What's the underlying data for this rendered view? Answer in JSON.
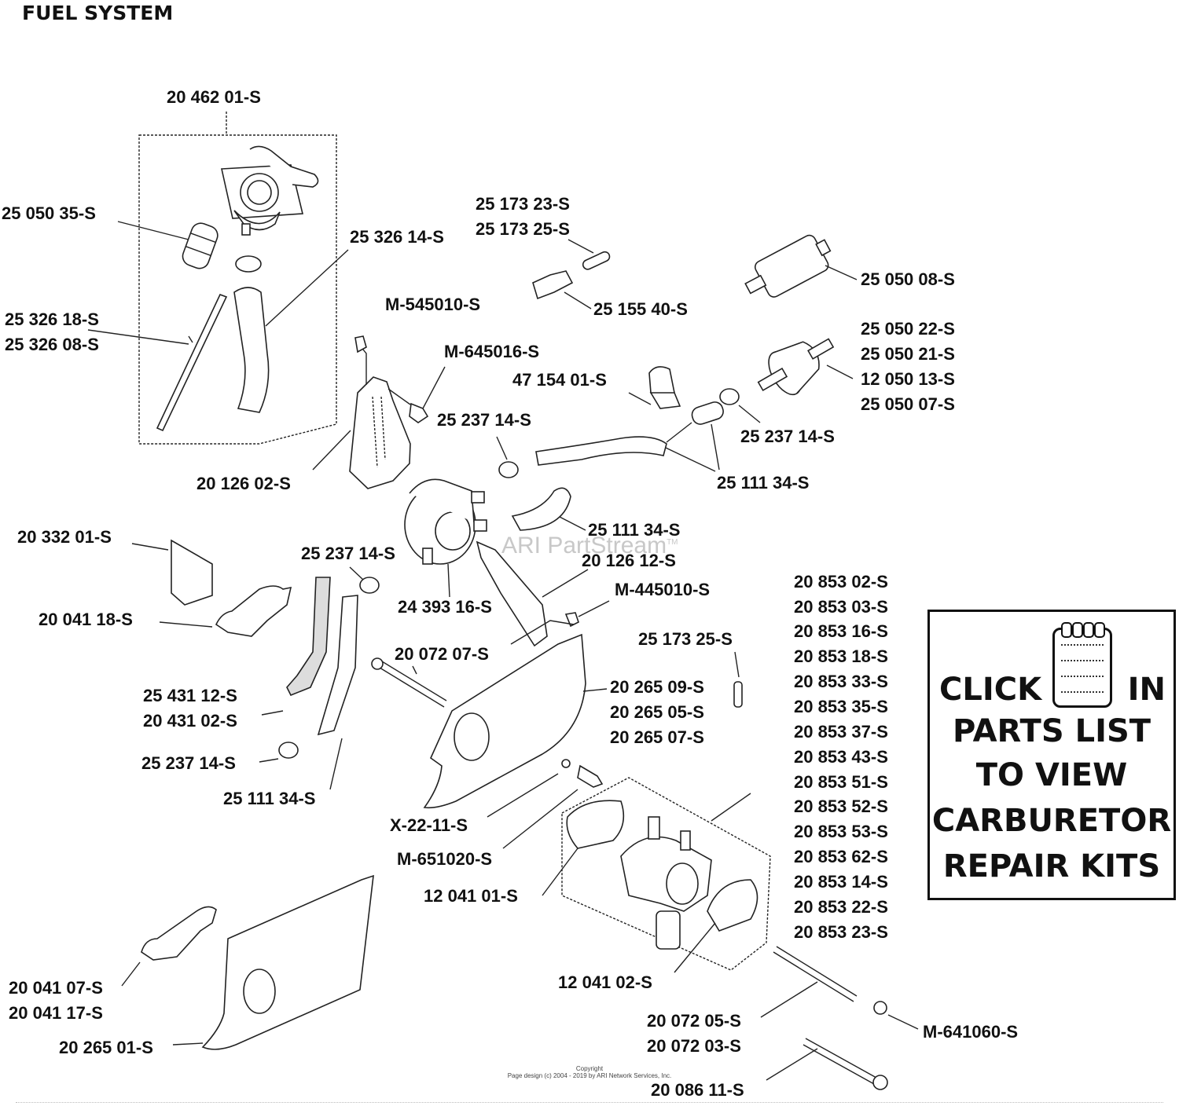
{
  "title": "FUEL SYSTEM",
  "watermark": "ARI PartStream",
  "watermark_tm": "TM",
  "copyright": {
    "line1": "Copyright",
    "line2": "Page design (c) 2004 - 2019 by ARI Network Services, Inc."
  },
  "callout_box": {
    "click": "CLICK",
    "icon": "notepad-icon",
    "in": "IN",
    "line2": "PARTS LIST",
    "line3": "TO VIEW",
    "line4": "CARBURETOR",
    "line5": "REPAIR KITS"
  },
  "labels": [
    {
      "id": "fuel-valve-assembly",
      "text": "20 462 01-S"
    },
    {
      "id": "fuel-strainer",
      "text": "25 050 35-S"
    },
    {
      "id": "fuel-hose-upper",
      "text": "25 326 14-S"
    },
    {
      "id": "vent-tube-a",
      "text": "25 326 18-S"
    },
    {
      "id": "vent-tube-b",
      "text": "25 326 08-S"
    },
    {
      "id": "pin-a",
      "text": "25 173 23-S"
    },
    {
      "id": "pin-b",
      "text": "25 173 25-S"
    },
    {
      "id": "valve-clip",
      "text": "25 155 40-S"
    },
    {
      "id": "inline-filter-large",
      "text": "25 050 08-S"
    },
    {
      "id": "bolt-m545010",
      "text": "M-545010-S"
    },
    {
      "id": "bolt-m645016",
      "text": "M-645016-S"
    },
    {
      "id": "filter-a",
      "text": "25 050 22-S"
    },
    {
      "id": "filter-b",
      "text": "25 050 21-S"
    },
    {
      "id": "filter-c",
      "text": "12 050 13-S"
    },
    {
      "id": "filter-d",
      "text": "25 050 07-S"
    },
    {
      "id": "hose-clamp-bracket",
      "text": "47 154 01-S"
    },
    {
      "id": "clamp-pump-top",
      "text": "25 237 14-S"
    },
    {
      "id": "clamp-filter",
      "text": "25 237 14-S"
    },
    {
      "id": "bracket-main",
      "text": "20 126 02-S"
    },
    {
      "id": "hose-filter",
      "text": "25 111 34-S"
    },
    {
      "id": "hose-pump-out",
      "text": "25 111 34-S"
    },
    {
      "id": "pump-bracket",
      "text": "20 126 12-S"
    },
    {
      "id": "baffle",
      "text": "20 332 01-S"
    },
    {
      "id": "clamp-left-upper",
      "text": "25 237 14-S"
    },
    {
      "id": "fuel-pump",
      "text": "24 393 16-S"
    },
    {
      "id": "bolt-m445010",
      "text": "M-445010-S"
    },
    {
      "id": "gasket-a",
      "text": "20 041 18-S"
    },
    {
      "id": "stud-20072-07",
      "text": "20 072 07-S"
    },
    {
      "id": "pin-c",
      "text": "25 173 25-S"
    },
    {
      "id": "intake-a",
      "text": "20 265 09-S"
    },
    {
      "id": "intake-b",
      "text": "20 265 05-S"
    },
    {
      "id": "intake-c",
      "text": "20 265 07-S"
    },
    {
      "id": "hose-insulated-a",
      "text": "25 431 12-S"
    },
    {
      "id": "hose-insulated-b",
      "text": "20 431 02-S"
    },
    {
      "id": "clamp-left-lower",
      "text": "25 237 14-S"
    },
    {
      "id": "hose-left",
      "text": "25 111 34-S"
    },
    {
      "id": "washer-x2211",
      "text": "X-22-11-S"
    },
    {
      "id": "bolt-m651020",
      "text": "M-651020-S"
    },
    {
      "id": "gasket-12041-01",
      "text": "12 041 01-S"
    },
    {
      "id": "gasket-12041-02",
      "text": "12 041 02-S"
    },
    {
      "id": "stud-20072-05",
      "text": "20 072 05-S"
    },
    {
      "id": "stud-20072-03",
      "text": "20 072 03-S"
    },
    {
      "id": "nut-m641060",
      "text": "M-641060-S"
    },
    {
      "id": "bolt-20086-11",
      "text": "20 086 11-S"
    },
    {
      "id": "gasket-20041-07",
      "text": "20 041 07-S"
    },
    {
      "id": "gasket-20041-17",
      "text": "20 041 17-S"
    },
    {
      "id": "intake-20265-01",
      "text": "20 265 01-S"
    }
  ],
  "carburetor_list": [
    "20 853 02-S",
    "20 853 03-S",
    "20 853 16-S",
    "20 853 18-S",
    "20 853 33-S",
    "20 853 35-S",
    "20 853 37-S",
    "20 853 43-S",
    "20 853 51-S",
    "20 853 52-S",
    "20 853 53-S",
    "20 853 62-S",
    "20 853 14-S",
    "20 853 22-S",
    "20 853 23-S"
  ]
}
